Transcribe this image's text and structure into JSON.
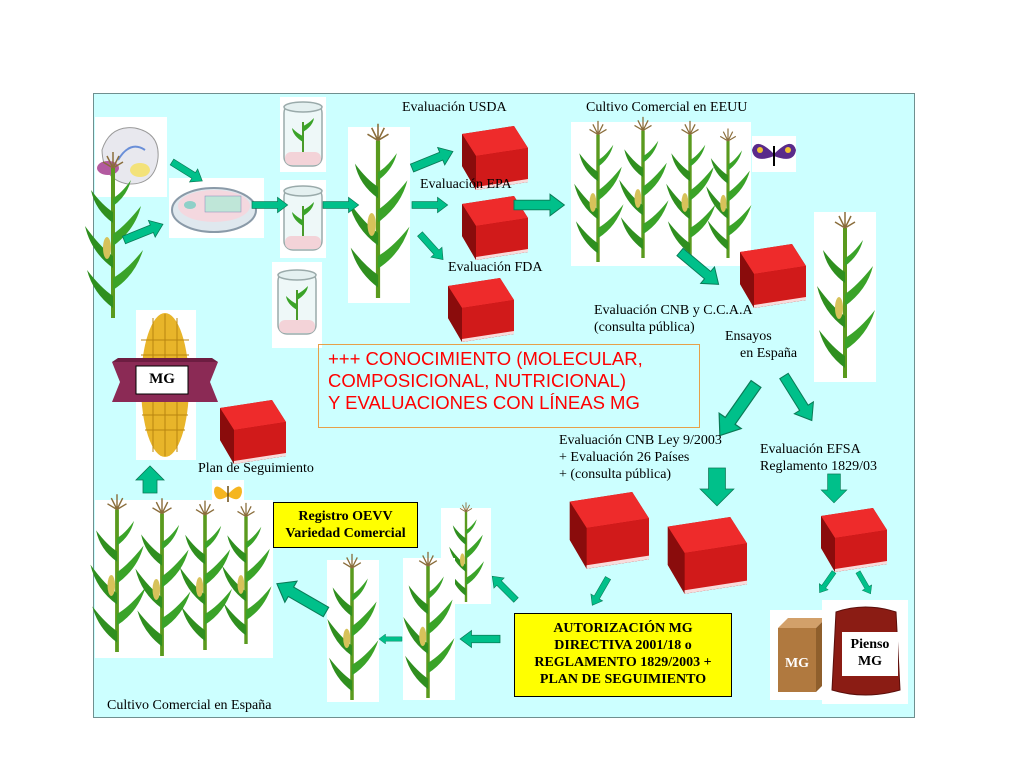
{
  "labels": {
    "eval_usda": "Evaluación USDA",
    "cultivo_eeuu": "Cultivo Comercial en EEUU",
    "eval_epa": "Evaluación EPA",
    "eval_fda": "Evaluación FDA",
    "eval_cnb_1": "Evaluación CNB y C.C.A.A",
    "eval_cnb_2": "(consulta pública)",
    "ensayos_1": "Ensayos",
    "ensayos_2": "en España",
    "eval_cnb_ley_1": "Evaluación CNB Ley 9/2003",
    "eval_cnb_ley_2": "+ Evaluación 26 Países",
    "eval_cnb_ley_3": "+ (consulta pública)",
    "eval_efsa_1": "Evaluación EFSA",
    "eval_efsa_2": "Reglamento 1829/03",
    "plan_seguimiento": "Plan de Seguimiento",
    "cultivo_espana": "Cultivo Comercial en España"
  },
  "knowledge": {
    "line1": "+++ CONOCIMIENTO (MOLECULAR,",
    "line2": "COMPOSICIONAL, NUTRICIONAL)",
    "line3": "Y EVALUACIONES CON LÍNEAS MG"
  },
  "registro": {
    "line1": "Registro OEVV",
    "line2": "Variedad Comercial"
  },
  "autorizacion": {
    "line1": "AUTORIZACIÓN MG",
    "line2": "DIRECTIVA 2001/18 o",
    "line3": "REGLAMENTO 1829/2003 +",
    "line4": "PLAN DE SEGUIMIENTO"
  },
  "badges": {
    "mg_ribbon": "MG",
    "mg_box": "MG",
    "pienso_1": "Pienso",
    "pienso_2": "MG"
  },
  "colors": {
    "background": "#ccffff",
    "arrow": "#00c08a",
    "book": "#dd1a1a",
    "highlight_box": "#ffff00",
    "knowledge_text": "#ff0000",
    "ribbon": "#8b2a55",
    "sack": "#8b1c14",
    "crate": "#b0793f"
  }
}
